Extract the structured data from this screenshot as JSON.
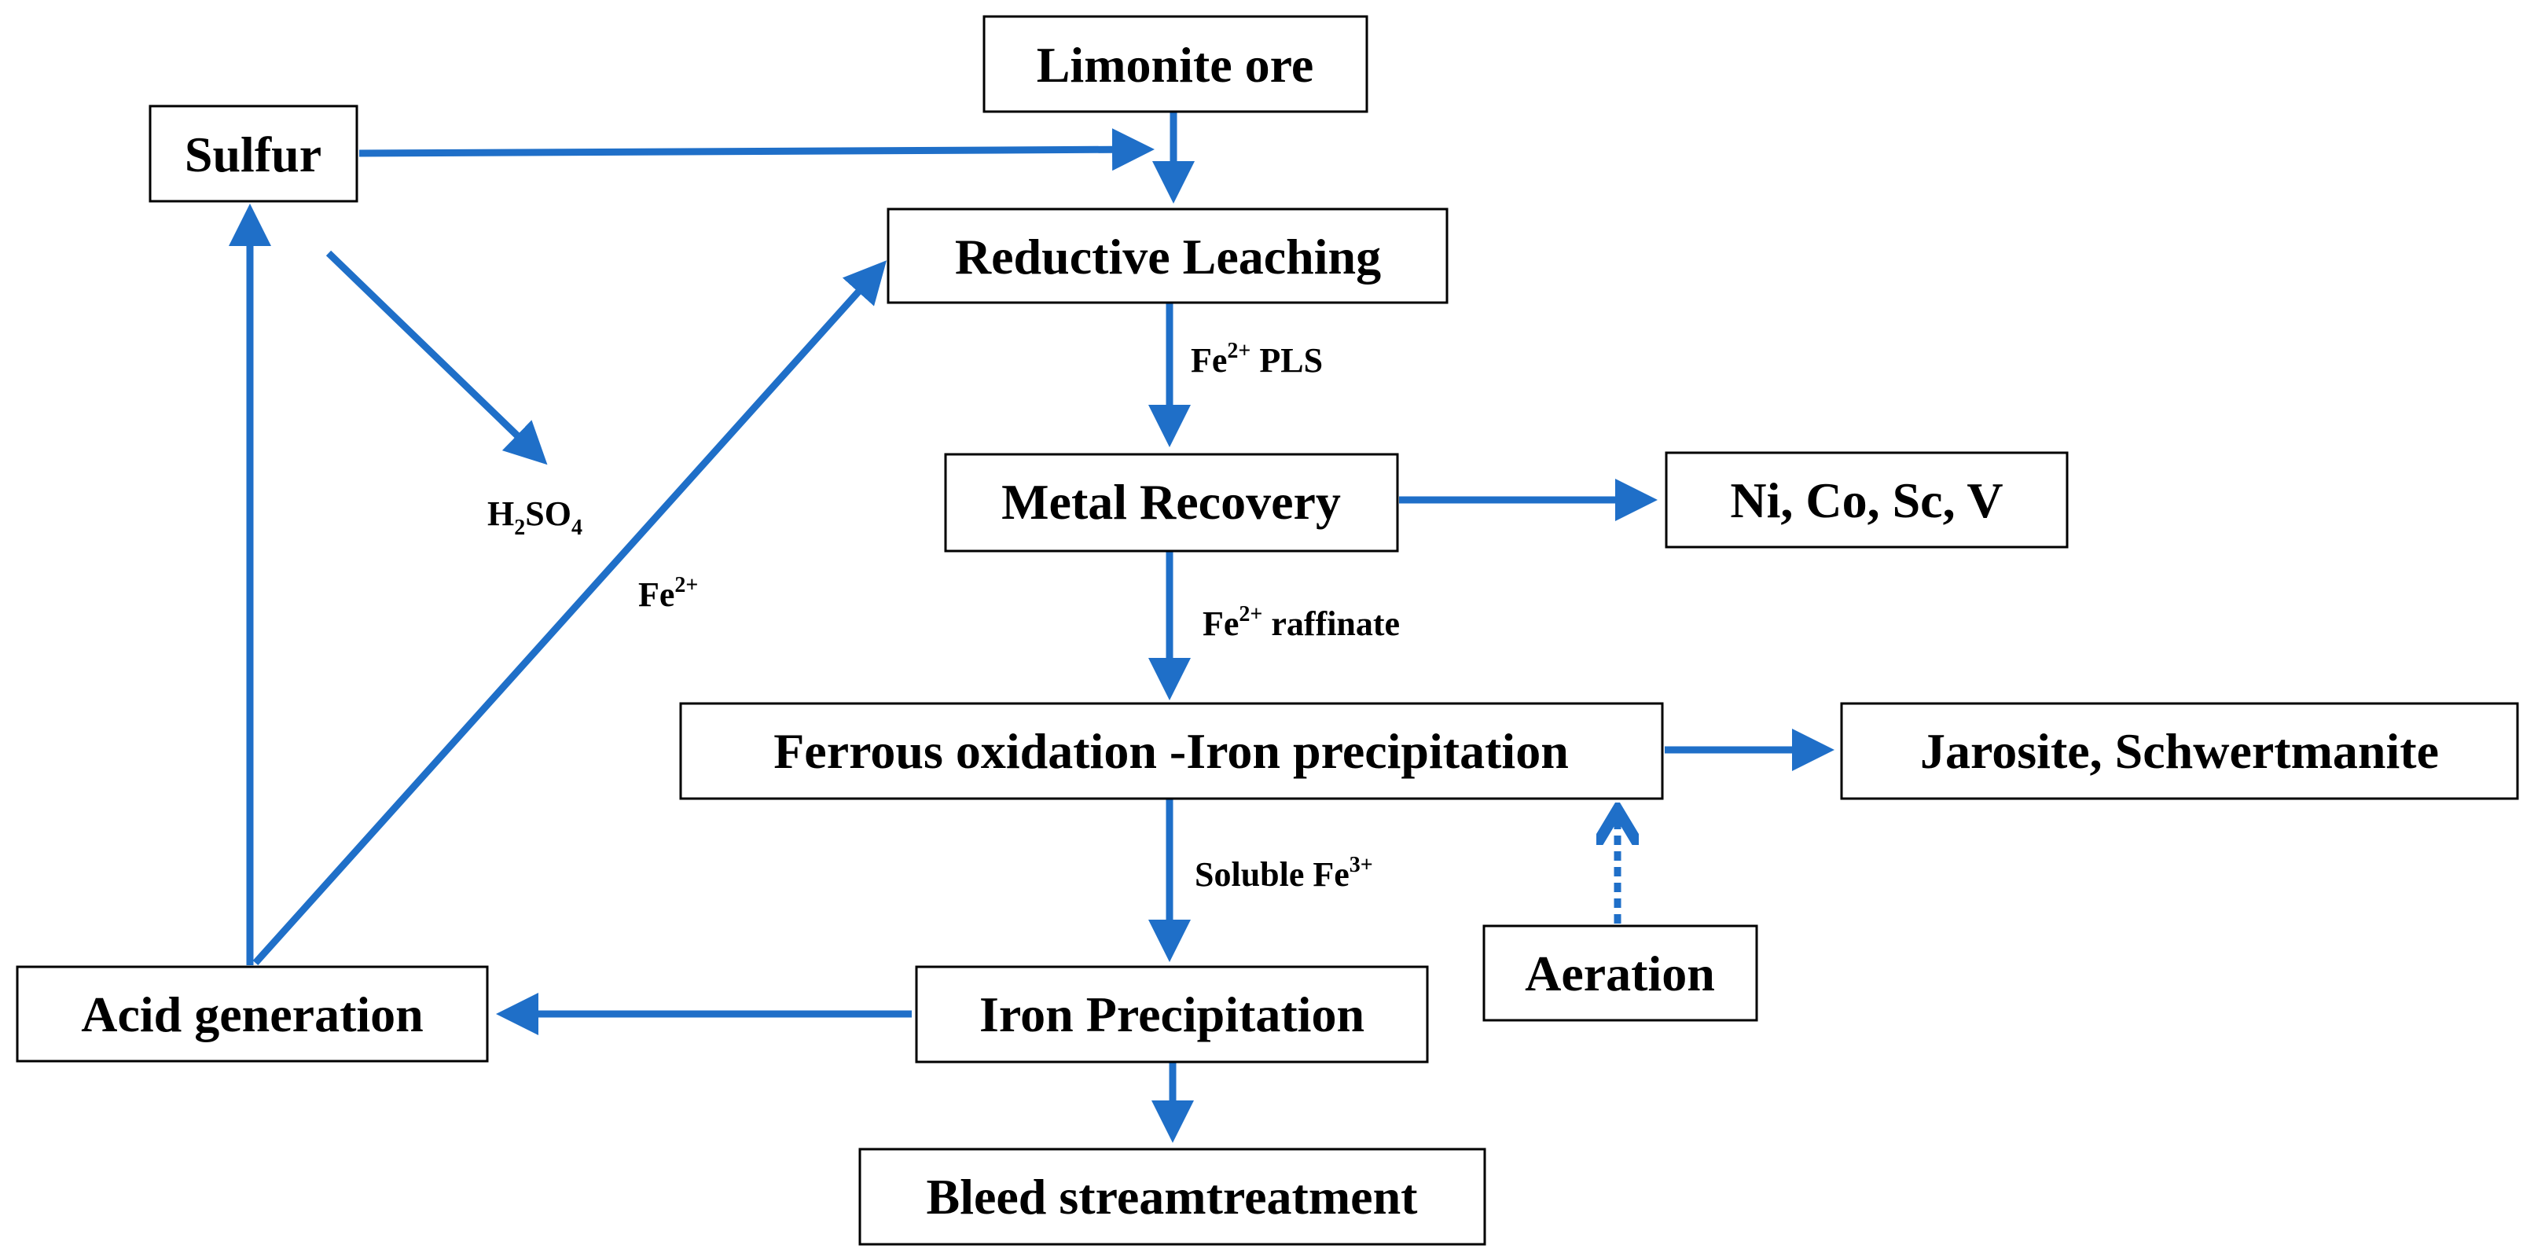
{
  "colors": {
    "arrow": "#1f6fc8",
    "box_border": "#000000",
    "text": "#000000",
    "background": "#ffffff"
  },
  "nodes": {
    "limonite_ore": "Limonite ore",
    "sulfur": "Sulfur",
    "reductive_leaching": "Reductive Leaching",
    "metal_recovery": "Metal Recovery",
    "metals_product": "Ni, Co, Sc, V",
    "ferrous_oxidation": "Ferrous oxidation -Iron precipitation",
    "jarosite": "Jarosite, Schwertmanite",
    "aeration": "Aeration",
    "acid_generation": "Acid generation",
    "iron_precipitation": "Iron Precipitation",
    "bleed_stream": "Bleed streamtreatment"
  },
  "edge_labels": {
    "pls": {
      "base": "Fe",
      "sup": "2+",
      "rest": " PLS"
    },
    "raffinate": {
      "base": "Fe",
      "sup": "2+",
      "rest": " raffinate"
    },
    "soluble": {
      "pre": "Soluble Fe",
      "sup": "3+"
    },
    "fe2_return": {
      "base": "Fe",
      "sup": "2+"
    },
    "acid": {
      "h": "H",
      "sub1": "2",
      "so": "SO",
      "sub2": "4"
    }
  }
}
